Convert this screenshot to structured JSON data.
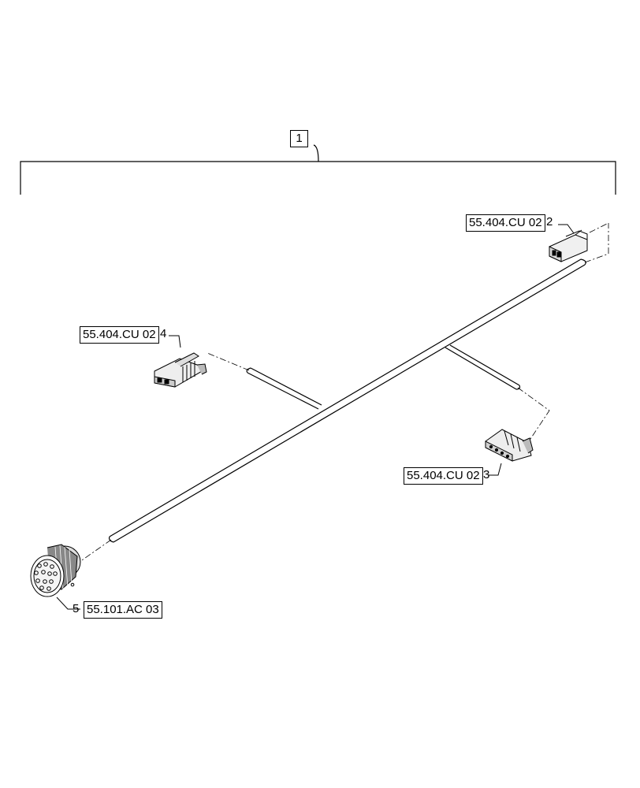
{
  "diagram": {
    "assembly_callout": "1",
    "callouts": [
      {
        "item": "2",
        "reference": "55.404.CU 02"
      },
      {
        "item": "3",
        "reference": "55.404.CU 02"
      },
      {
        "item": "4",
        "reference": "55.404.CU 02"
      },
      {
        "item": "5",
        "reference": "55.101.AC 03"
      }
    ]
  }
}
